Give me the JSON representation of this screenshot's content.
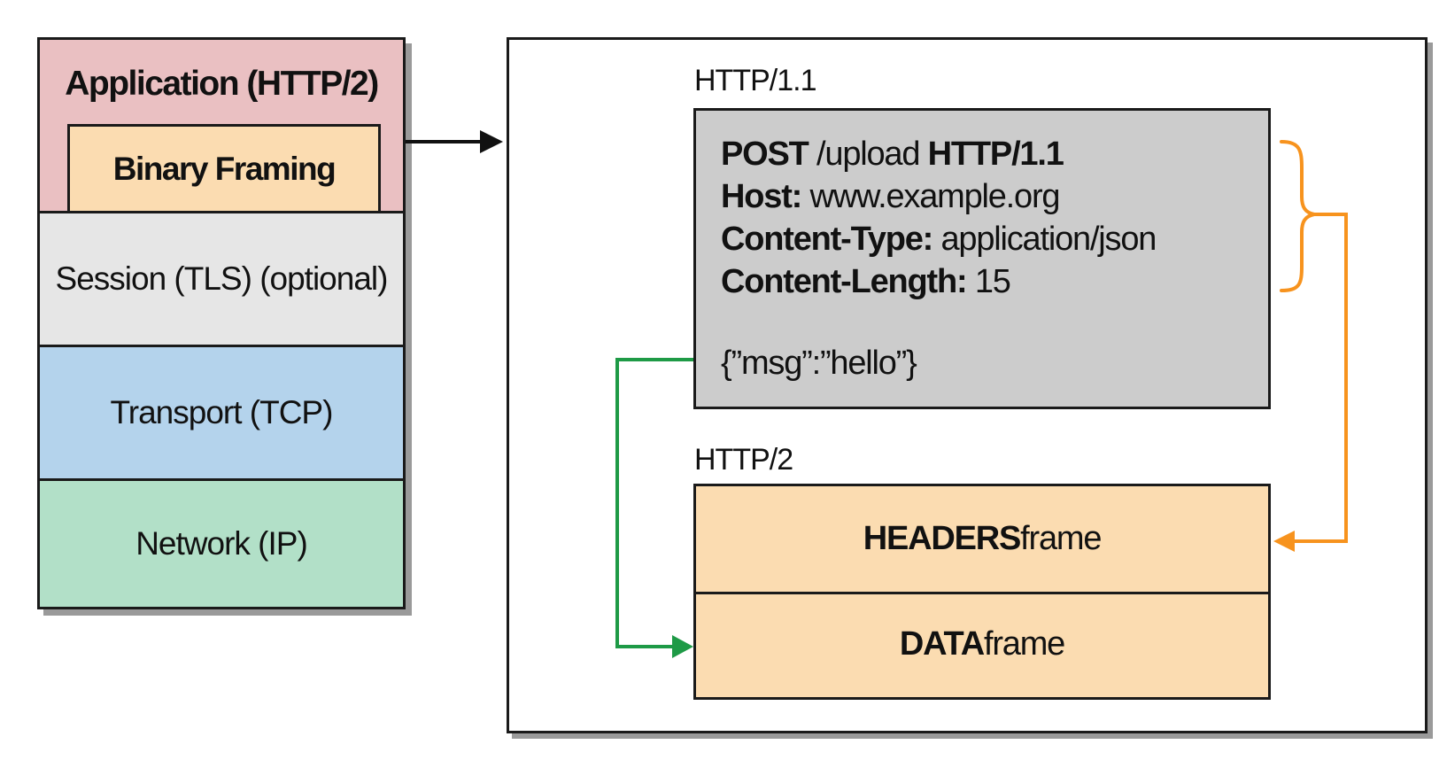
{
  "stack": {
    "application": "Application (HTTP/2)",
    "binary_framing": "Binary Framing",
    "session": "Session (TLS) (optional)",
    "transport": "Transport (TCP)",
    "network": "Network (IP)"
  },
  "http11": {
    "caption": "HTTP/1.1",
    "request_method": "POST",
    "request_path": " /upload ",
    "request_version": "HTTP/1.1",
    "host_key": "Host:",
    "host_value": " www.example.org",
    "content_type_key": "Content-Type:",
    "content_type_value": " application/json",
    "content_length_key": "Content-Length:",
    "content_length_value": " 15",
    "body": "{”msg”:”hello”}"
  },
  "http2": {
    "caption": "HTTP/2",
    "headers_bold": "HEADERS",
    "headers_rest": " frame",
    "data_bold": "DATA",
    "data_rest": " frame"
  },
  "colors": {
    "application": "#eac0c2",
    "binary_framing": "#fbdcb1",
    "session": "#e6e6e6",
    "transport": "#b4d3ec",
    "network": "#b2e0c8",
    "http11_box": "#cccccc",
    "http2_frames": "#fbdcb1",
    "headers_arrow": "#f7931e",
    "data_arrow": "#1e9a46"
  }
}
